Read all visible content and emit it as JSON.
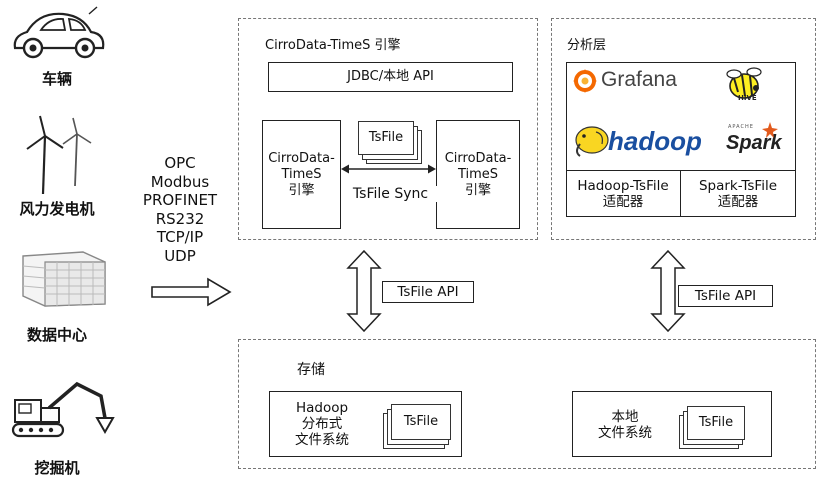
{
  "sources": {
    "car": "车辆",
    "wind": "风力发电机",
    "datacenter": "数据中心",
    "excavator": "挖掘机"
  },
  "protocols": [
    "OPC",
    "Modbus",
    "PROFINET",
    "RS232",
    "TCP/IP",
    "UDP"
  ],
  "engine": {
    "title": "CirroData-TimeS 引擎",
    "api": "JDBC/本地 API",
    "left_engine": [
      "CirroData-",
      "TimeS",
      "引擎"
    ],
    "right_engine": [
      "CirroData-",
      "TimeS",
      "引擎"
    ],
    "tsfile": "TsFile",
    "sync": "TsFile Sync"
  },
  "analysis": {
    "title": "分析层",
    "logos": {
      "grafana": "Grafana",
      "hive": "HIVE",
      "hadoop": "hadoop",
      "spark": "Spark",
      "spark_prefix": "APACHE"
    },
    "adapters": [
      [
        "Hadoop-TsFile",
        "适配器"
      ],
      [
        "Spark-TsFile",
        "适配器"
      ]
    ]
  },
  "api_left": "TsFile API",
  "api_right": "TsFile API",
  "storage": {
    "title": "存储",
    "hdfs": [
      "Hadoop",
      "分布式",
      "文件系统"
    ],
    "local": [
      "本地",
      "文件系统"
    ],
    "tsfile_a": "TsFile",
    "tsfile_b": "TsFile"
  }
}
